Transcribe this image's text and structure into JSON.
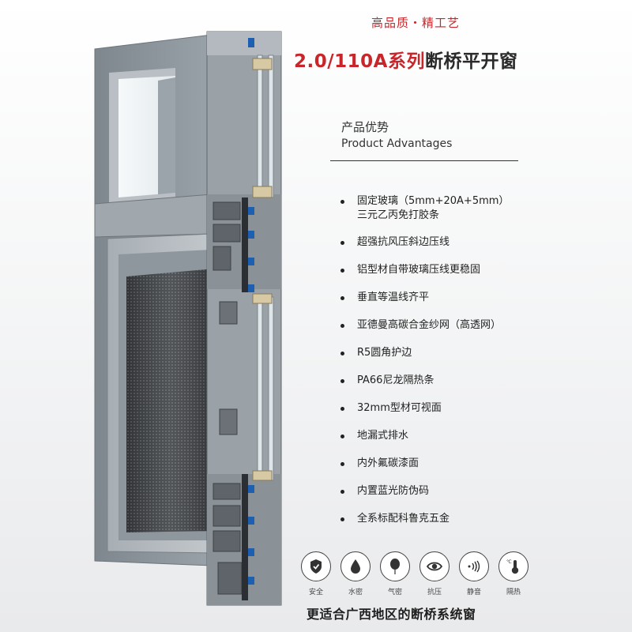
{
  "header": {
    "tagline": "高品质・精工艺",
    "title_red": "2.0/110A系列",
    "title_black": "断桥平开窗"
  },
  "advantages": {
    "heading_zh": "产品优势",
    "heading_en": "Product Advantages",
    "items": [
      {
        "line1": "固定玻璃（5mm+20A+5mm）",
        "line2": "三元乙丙免打胶条"
      },
      {
        "line1": "超强抗风压斜边压线"
      },
      {
        "line1": "铝型材自带玻璃压线更稳固"
      },
      {
        "line1": "垂直等温线齐平"
      },
      {
        "line1": "亚德曼高碳合金纱网（高透网）"
      },
      {
        "line1": "R5圆角护边"
      },
      {
        "line1": "PA66尼龙隔热条"
      },
      {
        "line1": "32mm型材可视面"
      },
      {
        "line1": "地漏式排水"
      },
      {
        "line1": "内外氟碳漆面"
      },
      {
        "line1": "内置蓝光防伪码"
      },
      {
        "line1": "全系标配科鲁克五金"
      }
    ]
  },
  "icons": [
    {
      "name": "shield-icon",
      "label": "安全"
    },
    {
      "name": "water-drop-icon",
      "label": "水密"
    },
    {
      "name": "balloon-icon",
      "label": "气密"
    },
    {
      "name": "wind-pressure-icon",
      "label": "抗压"
    },
    {
      "name": "sound-wave-icon",
      "label": "静音"
    },
    {
      "name": "thermometer-icon",
      "label": "隔热",
      "sub": "℃"
    }
  ],
  "slogan": "更适合广西地区的断桥系统窗",
  "colors": {
    "accent_red": "#c8262a",
    "frame_gray": "#8e969d",
    "gasket_blue": "#1d5fb0",
    "text_dark": "#222222"
  }
}
